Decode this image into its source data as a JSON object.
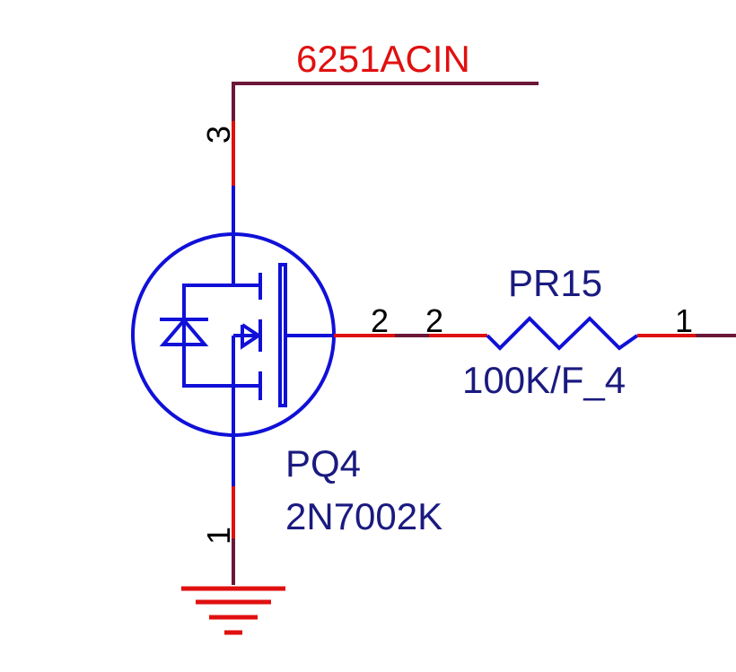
{
  "net_label": "6251ACIN",
  "transistor": {
    "ref": "PQ4",
    "part": "2N7002K",
    "pin_drain": "3",
    "pin_gate": "2",
    "pin_source": "1"
  },
  "resistor": {
    "ref": "PR15",
    "value": "100K/F_4",
    "pin_left": "2",
    "pin_right": "1"
  },
  "colors": {
    "wire": "#6b1738",
    "pin": "#e01010",
    "component": "#1010d8",
    "label_red": "#e01010",
    "label_blue": "#1a1a80",
    "pin_number": "#000000",
    "ground": "#e01010"
  }
}
